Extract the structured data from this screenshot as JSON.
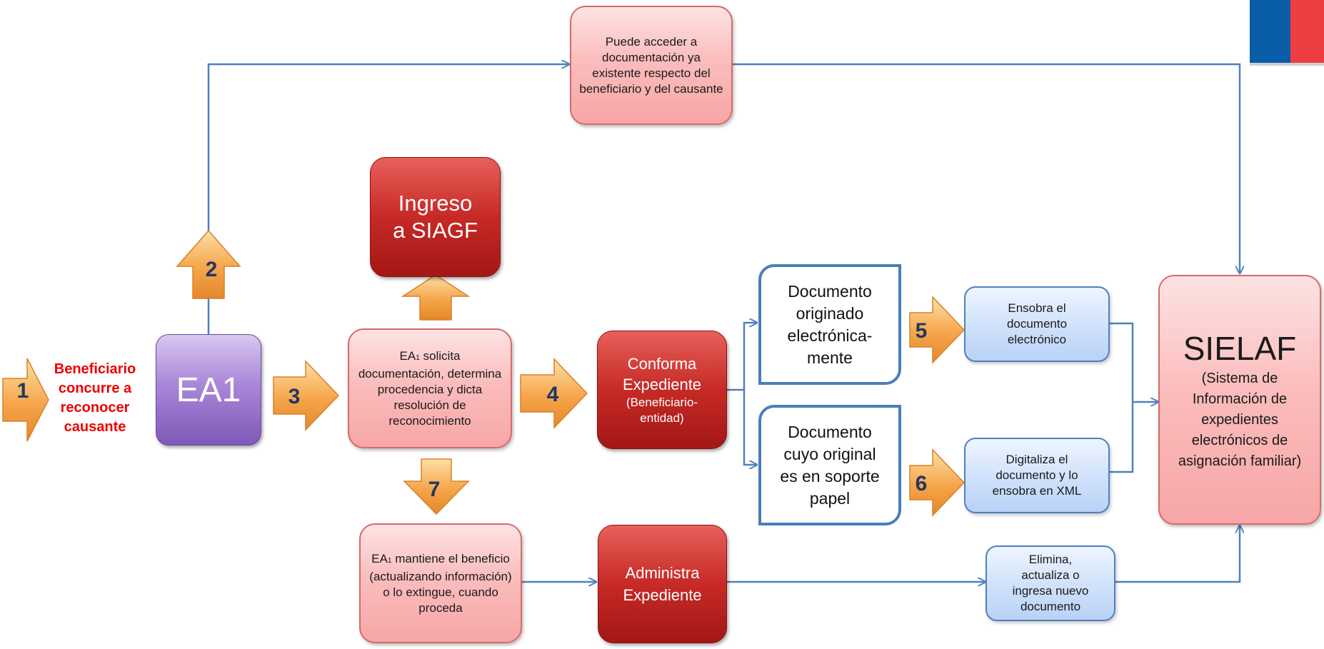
{
  "flow": {
    "intro": "Beneficiario concurre a reconocer causante",
    "ea1": "EA1",
    "top_note": "Puede acceder a documentación ya existente respecto del beneficiario y del causante",
    "ingreso": "Ingreso a SIAGF",
    "solicita": {
      "lead": "EA",
      "sub": "1",
      "rest": " solicita documentación, determina procedencia y dicta resolución de reconocimiento"
    },
    "conforma": {
      "title": "Conforma Expediente",
      "subtitle": "(Beneficiario-entidad)"
    },
    "doc_electronic": "Documento originado electrónica-mente",
    "doc_paper": "Documento cuyo original es en soporte papel",
    "ensobra": "Ensobra el documento electrónico",
    "digitaliza": "Digitaliza el documento y lo ensobra en XML",
    "mantiene": {
      "lead": "EA",
      "sub": "1",
      "rest": " mantiene el beneficio (actualizando información) o lo extingue, cuando proceda"
    },
    "administra": "Administra Expediente",
    "elimina": "Elimina, actualiza o ingresa nuevo documento",
    "sielaf": {
      "title": "SIELAF",
      "subtitle": "(Sistema de Información de expedientes electrónicos de asignación familiar)"
    }
  },
  "steps": [
    "1",
    "2",
    "3",
    "4",
    "5",
    "6",
    "7"
  ],
  "colors": {
    "connector": "#4f81bd",
    "step_arrow": "#f6a54a",
    "step_number": "#1f3864",
    "intro_text": "#ee0000"
  }
}
